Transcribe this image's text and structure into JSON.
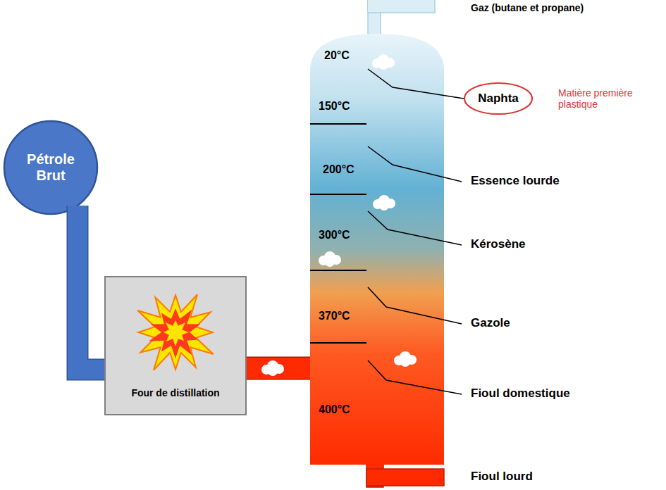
{
  "diagram": {
    "nodes": [
      {
        "text": [
          "Pétrole Brut"
        ]
      },
      {
        "text": [
          "Four de distillation"
        ]
      },
      {
        "text": [
          "20°C",
          "150°C",
          "200°C",
          "300°C",
          "370°C",
          "400°C"
        ]
      },
      {
        "text": [
          "Naphta"
        ]
      }
    ],
    "edges": [
      {
        "from": 0,
        "to": 1,
        "arrow": "none"
      },
      {
        "from": 1,
        "to": 2,
        "arrow": "none"
      },
      {
        "from": 2,
        "to": 3,
        "arrow": "none"
      }
    ],
    "labels": [
      "Gaz (butane et propane)",
      "Matière première plastique",
      "Essence lourde",
      "Kérosène",
      "Gazole",
      "Fioul domestique",
      "Fioul lourd"
    ]
  }
}
